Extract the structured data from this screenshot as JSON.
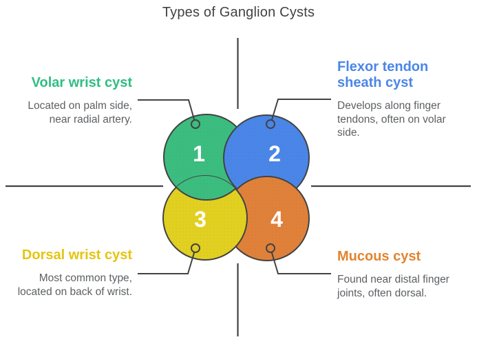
{
  "title": "Types of Ganglion Cysts",
  "colors": {
    "green": "#3cbd80",
    "blue": "#4a86e8",
    "yellow": "#e2d021",
    "orange": "#e0813a",
    "green-label": "#2fbe81",
    "blue-label": "#4a86e8",
    "yellow-label": "#e5c410",
    "orange-label": "#e2842e",
    "line": "#424242",
    "title-text": "#424242",
    "desc-text": "#5c5f62"
  },
  "circles": [
    {
      "number": "1"
    },
    {
      "number": "2"
    },
    {
      "number": "3"
    },
    {
      "number": "4"
    }
  ],
  "labels": {
    "volar": {
      "title": "Volar wrist cyst",
      "desc_lines": [
        "Located on palm side,",
        "near radial artery."
      ]
    },
    "flexor": {
      "title_lines": [
        "Flexor tendon",
        "sheath cyst"
      ],
      "desc_lines": [
        "Develops along finger",
        "tendons, often on volar",
        "side."
      ]
    },
    "dorsal": {
      "title": "Dorsal wrist cyst",
      "desc_lines": [
        "Most common type,",
        "located on back of wrist."
      ]
    },
    "mucous": {
      "title": "Mucous cyst",
      "desc_lines": [
        "Found near distal finger",
        "joints, often dorsal."
      ]
    }
  }
}
